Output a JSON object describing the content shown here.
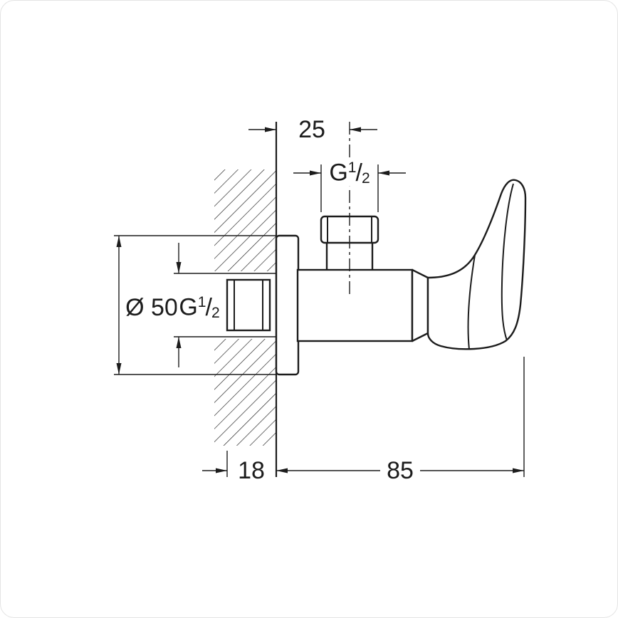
{
  "colors": {
    "line": "#1c1c1c",
    "background": "#ffffff",
    "frame_border": "#e4e4e4"
  },
  "dims": {
    "top_offset": "25",
    "wall_thickness": "18",
    "depth": "85",
    "flange_diameter": "Ø 50",
    "thread": {
      "base": "G",
      "num": "1",
      "slash": "/",
      "den": "2"
    }
  }
}
